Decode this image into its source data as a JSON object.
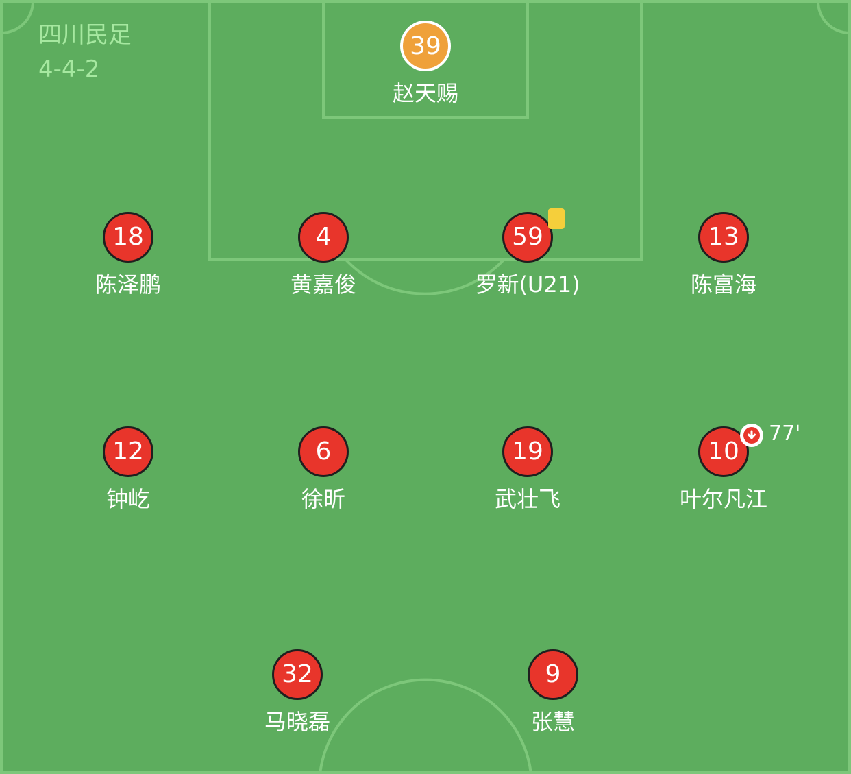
{
  "team": {
    "name": "四川民足",
    "formation": "4-4-2"
  },
  "colors": {
    "pitch": "#5dad5e",
    "pitch_lines": "#7dc77a",
    "outfield_disc": "#e8352b",
    "goalkeeper_disc": "#efa13a",
    "yellow_card": "#f5cf3b"
  },
  "goalkeeper": {
    "number": "39",
    "name": "赵天赐"
  },
  "defenders": [
    {
      "number": "18",
      "name": "陈泽鹏"
    },
    {
      "number": "4",
      "name": "黄嘉俊"
    },
    {
      "number": "59",
      "name": "罗新(U21)",
      "yellow_card": true
    },
    {
      "number": "13",
      "name": "陈富海"
    }
  ],
  "midfielders": [
    {
      "number": "12",
      "name": "钟屹"
    },
    {
      "number": "6",
      "name": "徐昕"
    },
    {
      "number": "19",
      "name": "武壮飞"
    },
    {
      "number": "10",
      "name": "叶尔凡江",
      "sub_off_icon": "arrow-down-circle-icon",
      "sub_off_minute": "77'"
    }
  ],
  "forwards": [
    {
      "number": "32",
      "name": "马晓磊"
    },
    {
      "number": "9",
      "name": "张慧"
    }
  ]
}
